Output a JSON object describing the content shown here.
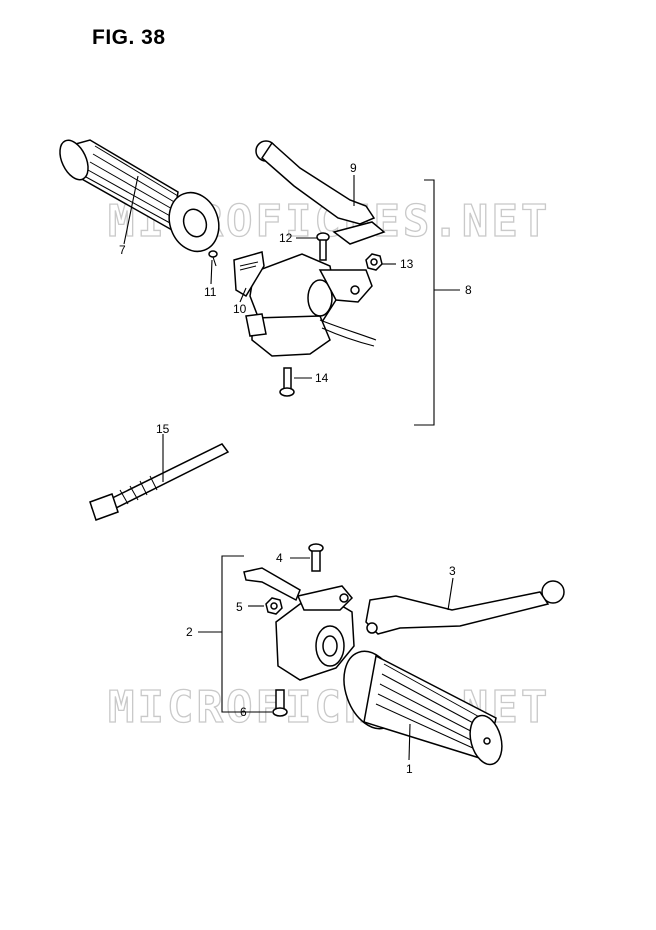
{
  "figure": {
    "title": "FIG. 38"
  },
  "watermark": {
    "text": "MICROFICHES.NET"
  },
  "callouts": {
    "c1": "1",
    "c2": "2",
    "c3": "3",
    "c4": "4",
    "c5": "5",
    "c6": "6",
    "c7": "7",
    "c8": "8",
    "c9": "9",
    "c10": "10",
    "c11": "11",
    "c12": "12",
    "c13": "13",
    "c14": "14",
    "c15": "15"
  }
}
